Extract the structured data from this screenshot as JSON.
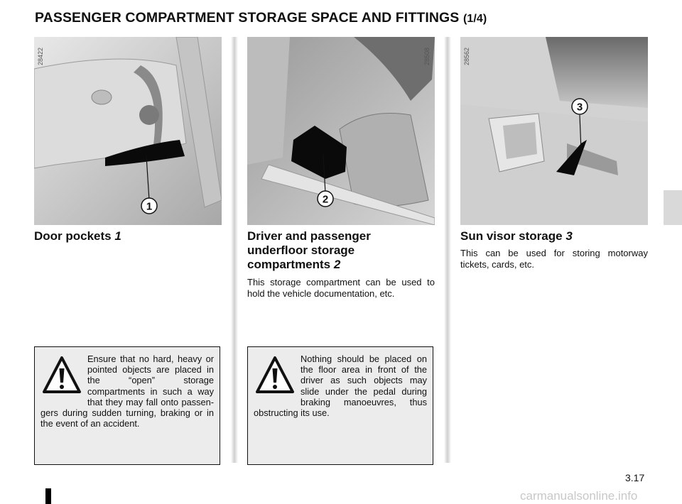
{
  "header": {
    "title": "PASSENGER COMPARTMENT STORAGE SPACE AND FITTINGS",
    "part": "(1/4)"
  },
  "figures": [
    {
      "ref": "28422",
      "callout": "1"
    },
    {
      "ref": "28508",
      "callout": "2"
    },
    {
      "ref": "28562",
      "callout": "3"
    }
  ],
  "sections": {
    "door_pockets": {
      "heading": "Door pockets",
      "ref": "1"
    },
    "underfloor": {
      "heading": "Driver and passenger underfloor storage compartments",
      "ref": "2",
      "body": "This storage compartment can be used to hold the vehicle documentation, etc."
    },
    "sun_visor": {
      "heading": "Sun visor storage",
      "ref": "3",
      "body": "This can be used for storing motorway tickets, cards, etc."
    }
  },
  "warnings": [
    {
      "icon": "warning-triangle-icon",
      "text": "Ensure that no hard, heavy or pointed objects are placed in the “open” storage compartments in such a way that they may fall onto passen-gers during sudden turning, braking or in the event of an accident."
    },
    {
      "icon": "warning-triangle-icon",
      "text": "Nothing should be placed on the floor area in front of the driver as such objects may slide under the pedal during braking manoeuvres, thus obstructing its use."
    }
  ],
  "footer": {
    "page_number": "3.17",
    "watermark": "carmanualsonline.info"
  }
}
